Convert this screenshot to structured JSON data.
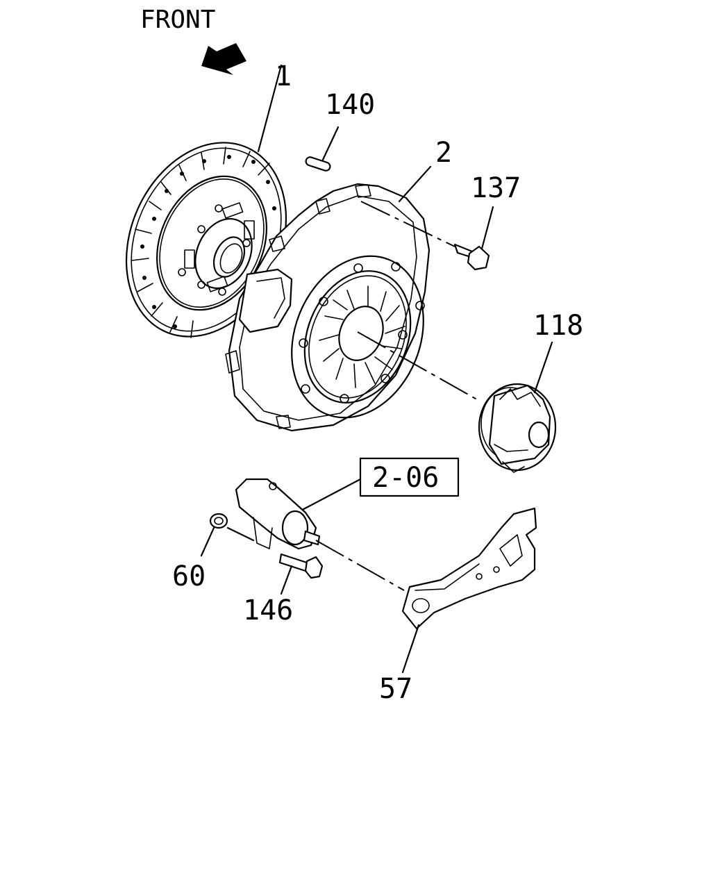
{
  "diagram": {
    "front_label": "FRONT",
    "labels": {
      "clutch_disc": "1",
      "pilot_pin": "140",
      "pressure_plate": "2",
      "bolt": "137",
      "release_bearing": "118",
      "cylinder_ref": "2-06",
      "nut": "60",
      "cylinder_bolt": "146",
      "release_fork": "57"
    }
  }
}
